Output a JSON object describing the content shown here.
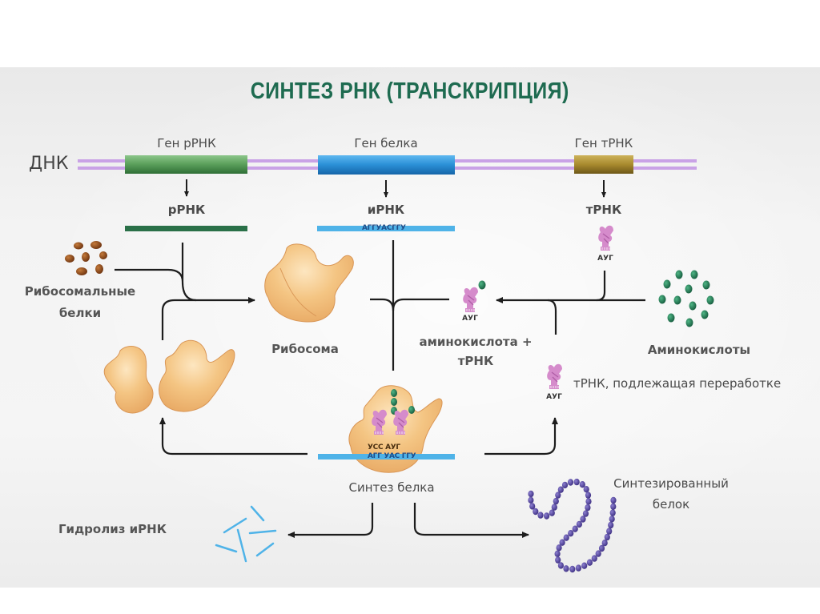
{
  "title": "СИНТЕЗ РНК (ТРАНСКРИПЦИЯ)",
  "dna": {
    "label": "ДНК",
    "strand_color": "#c9a2e6",
    "genes": [
      {
        "label": "Ген рРНК",
        "color": "#5a9e5a"
      },
      {
        "label": "Ген белка",
        "color": "#2a8fd6"
      },
      {
        "label": "Ген тРНК",
        "color": "#a88a2e"
      }
    ]
  },
  "transcripts": {
    "rrna": {
      "label": "рРНК",
      "color": "#2a7048"
    },
    "mrna": {
      "label": "иРНК",
      "sequence": "АГГУАСГГУ",
      "color": "#4fb3e8"
    },
    "trna": {
      "label": "тРНК",
      "anticodon": "АУГ",
      "color": "#d57fc6"
    }
  },
  "components": {
    "ribosomal_proteins": "Рибосомальные белки",
    "ribosomal_proteins_line1": "Рибосомальные",
    "ribosomal_proteins_line2": "белки",
    "ribosome": "Рибосома",
    "amino_acids": "Аминокислоты",
    "aa_trna_line1": "аминокислота +",
    "aa_trna_line2": "тРНК",
    "aa_trna_anticodon": "АУГ",
    "trna_recycle_label": "тРНК, подлежащая переработке",
    "trna_recycle_anticodon": "АУГ",
    "protein_synthesis": "Синтез белка",
    "synthesis_codons_top": "УСС АУГ",
    "synthesis_codons_bottom": "АГГ УАС ГГУ",
    "mrna_hydrolysis": "Гидролиз иРНК",
    "synthesized_protein_line1": "Синтезированный",
    "synthesized_protein_line2": "белок"
  },
  "colors": {
    "title": "#1e6b50",
    "ribosome": "#f2c27f",
    "ribosomal_protein": "#8a4a1c",
    "amino_acid": "#1f7a55",
    "protein_bead": "#5b4aa0",
    "arrow": "#1d1d1d"
  }
}
